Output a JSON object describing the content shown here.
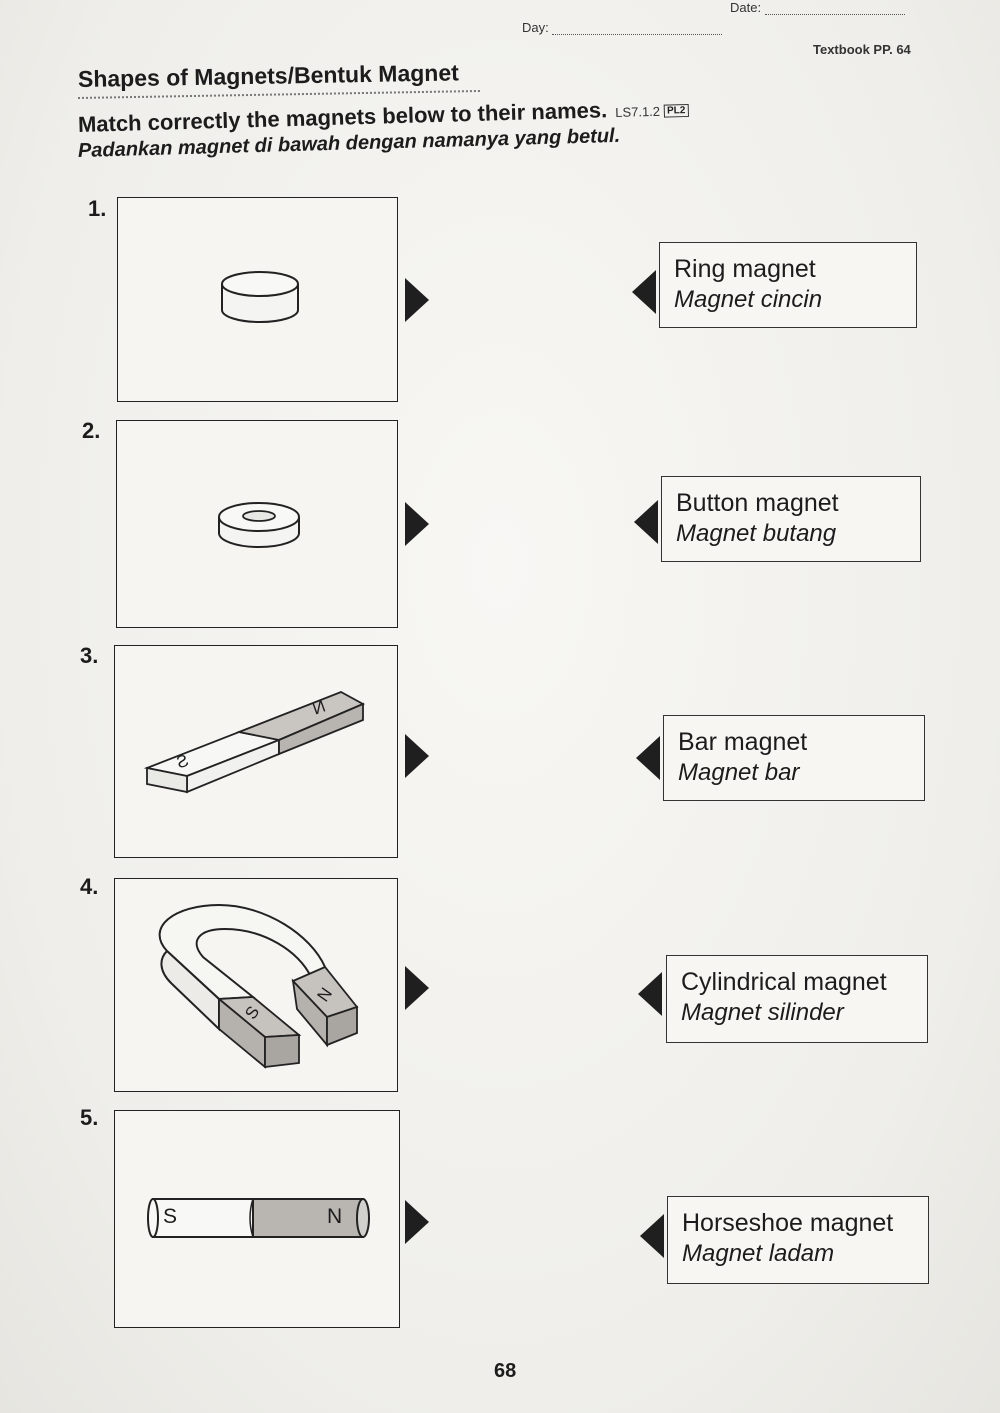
{
  "header": {
    "day_label": "Day:",
    "date_label": "Date:",
    "textbook_ref": "Textbook PP. 64"
  },
  "title": "Shapes of Magnets/Bentuk Magnet",
  "instruction": {
    "english": "Match correctly the magnets below to their names.",
    "code": "LS7.1.2",
    "level": "PL2",
    "malay": "Padankan magnet di bawah dengan namanya yang betul."
  },
  "questions": [
    {
      "number": "1."
    },
    {
      "number": "2."
    },
    {
      "number": "3.",
      "pole_s": "S",
      "pole_n": "N"
    },
    {
      "number": "4.",
      "pole_s": "S",
      "pole_n": "N"
    },
    {
      "number": "5.",
      "pole_s": "S",
      "pole_n": "N"
    }
  ],
  "names": [
    {
      "english": "Ring magnet",
      "malay": "Magnet cincin"
    },
    {
      "english": "Button magnet",
      "malay": "Magnet butang"
    },
    {
      "english": "Bar magnet",
      "malay": "Magnet bar"
    },
    {
      "english": "Cylindrical magnet",
      "malay": "Magnet silinder"
    },
    {
      "english": "Horseshoe magnet",
      "malay": "Magnet ladam"
    }
  ],
  "page_number": "68"
}
